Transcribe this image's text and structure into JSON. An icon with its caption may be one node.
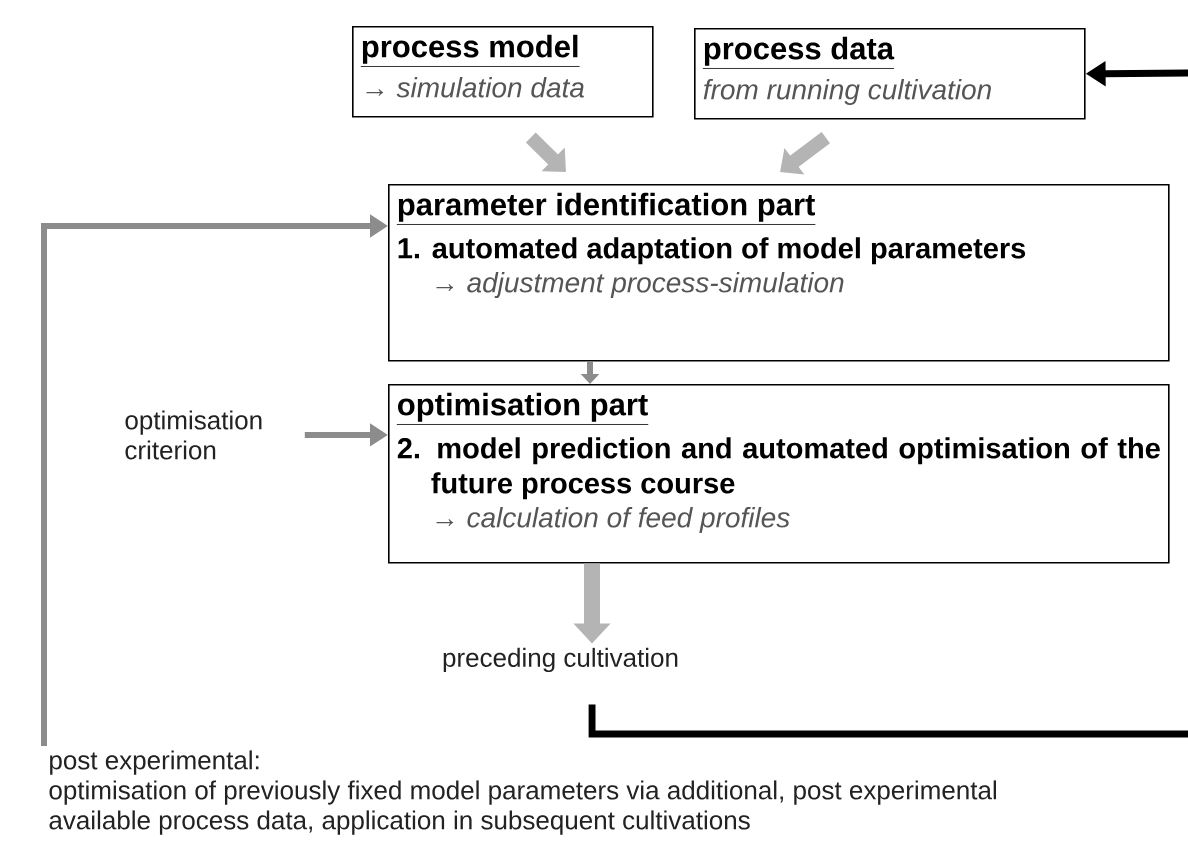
{
  "diagram": {
    "nodes": [
      {
        "text": [
          "process model",
          "→ simulation data"
        ]
      },
      {
        "text": [
          "process data",
          "from running cultivation"
        ]
      },
      {
        "text": [
          "parameter identification part",
          "1. automated adaptation of model parameters",
          "→ adjustment process-simulation"
        ]
      },
      {
        "text": [
          "optimisation part",
          "2. model prediction and automated optimisation of the future process course",
          "→ calculation of feed profiles"
        ]
      },
      {
        "text": [
          "optimisation criterion"
        ]
      },
      {
        "text": [
          "preceding cultivation"
        ]
      },
      {
        "text": [
          "post experimental:",
          "optimisation of previously fixed model parameters via additional, post experimental available process data, application in subsequent cultivations"
        ]
      }
    ],
    "edges": [
      {
        "from": 0,
        "to": 2,
        "arrow": "to",
        "style": "thick"
      },
      {
        "from": 1,
        "to": 2,
        "arrow": "to",
        "style": "thick"
      },
      {
        "from": 2,
        "to": 3,
        "arrow": "to"
      },
      {
        "from": 4,
        "to": 3,
        "arrow": "to"
      },
      {
        "from": 3,
        "to": 5,
        "arrow": "to",
        "style": "thick"
      },
      {
        "from": 5,
        "to": null,
        "arrow": "none",
        "color": "#000000"
      },
      {
        "from": null,
        "to": 1,
        "arrow": "to",
        "color": "#000000"
      },
      {
        "from": 6,
        "to": 2,
        "arrow": "to"
      }
    ]
  }
}
